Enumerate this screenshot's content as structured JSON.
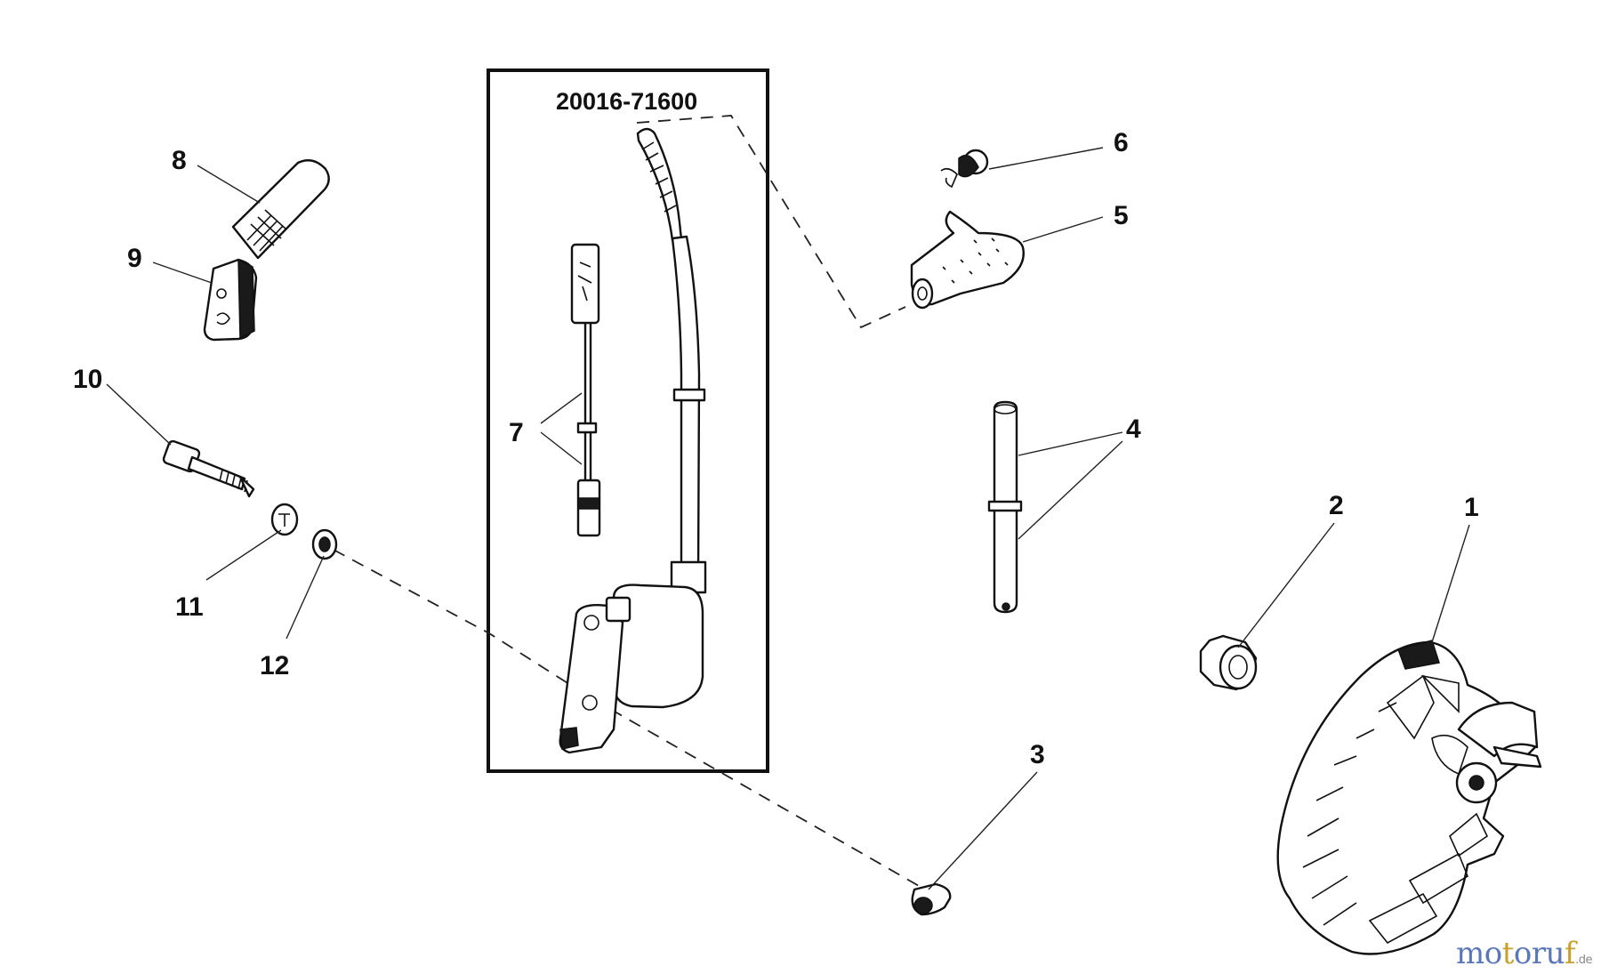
{
  "kit_part_number": "20016-71600",
  "callouts": {
    "c1": "1",
    "c2": "2",
    "c3": "3",
    "c4": "4",
    "c5": "5",
    "c6": "6",
    "c7": "7",
    "c8": "8",
    "c9": "9",
    "c10": "10",
    "c11": "11",
    "c12": "12"
  },
  "watermark": {
    "part1": "mo",
    "part2": "t",
    "part3": "oru",
    "part4": "f",
    "tld": ".de"
  },
  "colors": {
    "ink": "#111111",
    "watermark_blue": "#5a78b8",
    "watermark_gold": "#c8a02a"
  }
}
